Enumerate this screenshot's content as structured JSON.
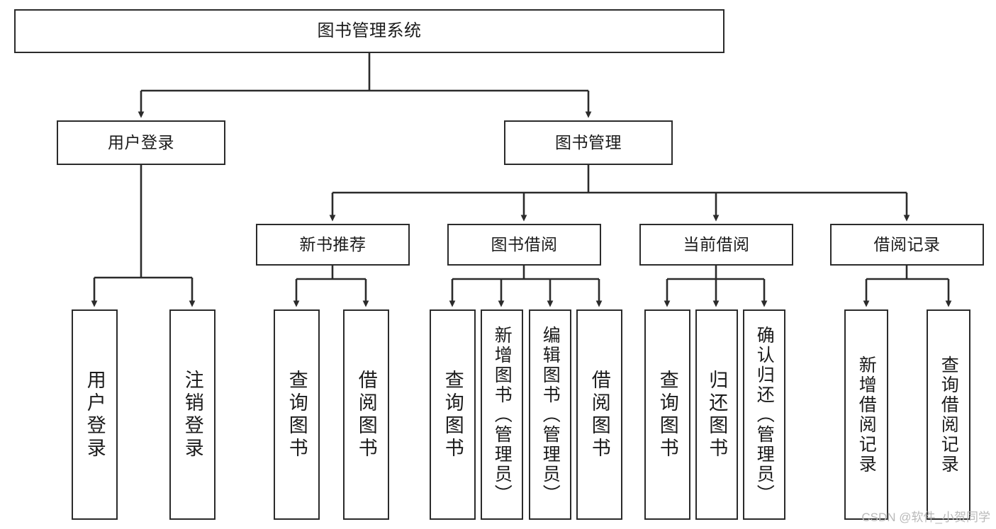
{
  "diagram": {
    "title": "图书管理系统",
    "type": "hierarchy-tree",
    "style": {
      "box_border_color": "#2b2b2b",
      "box_fill": "#ffffff",
      "text_color": "#1b1b1b",
      "edge_color": "#2b2b2b",
      "background": "#ffffff",
      "watermark_color": "#b9b9b9"
    },
    "nodes": {
      "root": {
        "label": "图书管理系统"
      },
      "level2": [
        {
          "id": "user-login",
          "label": "用户登录"
        },
        {
          "id": "book-manage",
          "label": "图书管理"
        }
      ],
      "level3": [
        {
          "id": "new-book-recommend",
          "label": "新书推荐"
        },
        {
          "id": "book-borrow",
          "label": "图书借阅"
        },
        {
          "id": "current-borrow",
          "label": "当前借阅"
        },
        {
          "id": "borrow-record",
          "label": "借阅记录"
        }
      ],
      "leaves": {
        "user-login": [
          {
            "id": "leaf-user-login",
            "label": "用户登录"
          },
          {
            "id": "leaf-logout-login",
            "label": "注销登录"
          }
        ],
        "new-book-recommend": [
          {
            "id": "leaf-query-book-1",
            "label": "查询图书"
          },
          {
            "id": "leaf-borrow-book-1",
            "label": "借阅图书"
          }
        ],
        "book-borrow": [
          {
            "id": "leaf-query-book-2",
            "label": "查询图书"
          },
          {
            "id": "leaf-add-book-admin",
            "label": "新增图书（管理员）"
          },
          {
            "id": "leaf-edit-book-admin",
            "label": "编辑图书（管理员）"
          },
          {
            "id": "leaf-borrow-book-2",
            "label": "借阅图书"
          }
        ],
        "current-borrow": [
          {
            "id": "leaf-query-book-3",
            "label": "查询图书"
          },
          {
            "id": "leaf-return-book",
            "label": "归还图书"
          },
          {
            "id": "leaf-confirm-return-admin",
            "label": "确认归还（管理员）"
          }
        ],
        "borrow-record": [
          {
            "id": "leaf-add-borrow-record",
            "label": "新增借阅记录"
          },
          {
            "id": "leaf-query-borrow-record",
            "label": "查询借阅记录"
          }
        ]
      }
    },
    "watermark": "CSDN @软件_小贺同学"
  }
}
